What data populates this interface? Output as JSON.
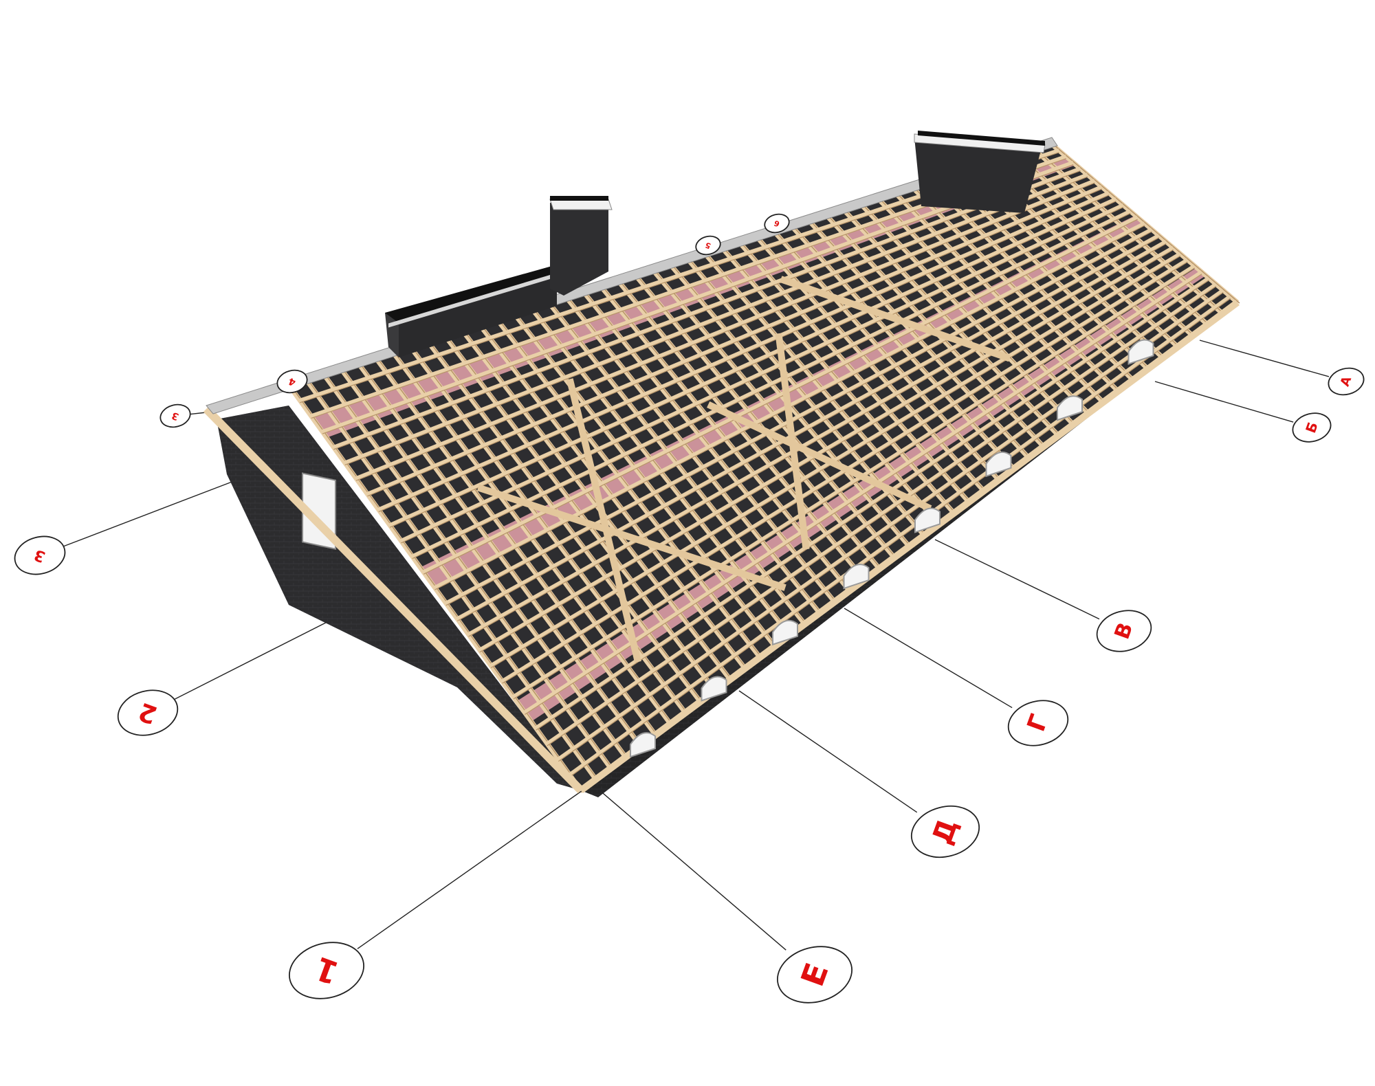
{
  "grid_bubbles": [
    {
      "id": "1",
      "label": "1"
    },
    {
      "id": "2",
      "label": "2"
    },
    {
      "id": "3",
      "label": "3"
    },
    {
      "id": "3-small",
      "label": "3"
    },
    {
      "id": "E",
      "label": "Е"
    },
    {
      "id": "D",
      "label": "Д"
    },
    {
      "id": "G",
      "label": "Г"
    },
    {
      "id": "V",
      "label": "В"
    },
    {
      "id": "B",
      "label": "Б"
    },
    {
      "id": "A",
      "label": "А"
    },
    {
      "id": "4",
      "label": "4"
    },
    {
      "id": "5",
      "label": "5"
    },
    {
      "id": "6",
      "label": "6"
    }
  ],
  "colors": {
    "timber": "#e9d0a8",
    "timber_edge": "#b8956a",
    "brick": "#2b2b2d",
    "membrane": "#e8a4ad",
    "bubble_text": "#e01010",
    "leader": "#222222"
  }
}
